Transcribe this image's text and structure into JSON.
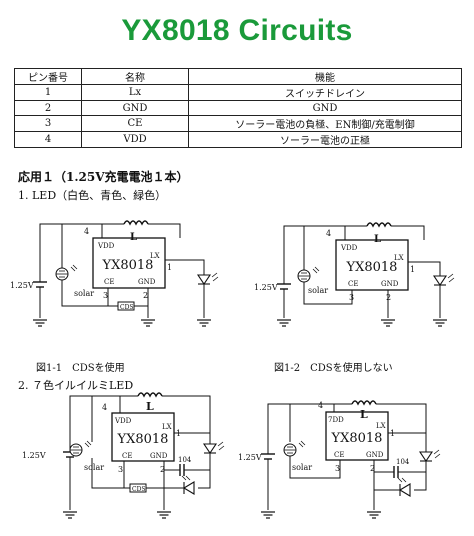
{
  "title": "YX8018 Circuits",
  "pin_table": {
    "headers": [
      "ピン番号",
      "名称",
      "機能"
    ],
    "rows": [
      [
        "1",
        "Lx",
        "スイッチドレイン"
      ],
      [
        "2",
        "GND",
        "GND"
      ],
      [
        "3",
        "CE",
        "ソーラー電池の負極、EN制御/充電制御"
      ],
      [
        "4",
        "VDD",
        "ソーラー電池の正極"
      ]
    ]
  },
  "application_title": "応用１（1.25V充電電池１本）",
  "section1": "1. LED（白色、青色、緑色）",
  "section2": "2. ７色イルイルミLED",
  "caption1": "図1-1　CDSを使用",
  "caption2": "図1-2　CDSを使用しない",
  "labels": {
    "chip": "YX8018",
    "inductor": "L",
    "vdd": "VDD",
    "lx": "LX",
    "ce": "CE",
    "gnd": "GND",
    "pin1": "1",
    "pin2": "2",
    "pin3": "3",
    "pin4": "4",
    "battery": "1.25V",
    "solar": "solar",
    "cds": "CDS",
    "cap": "104",
    "vdd_alt": "7DD"
  }
}
